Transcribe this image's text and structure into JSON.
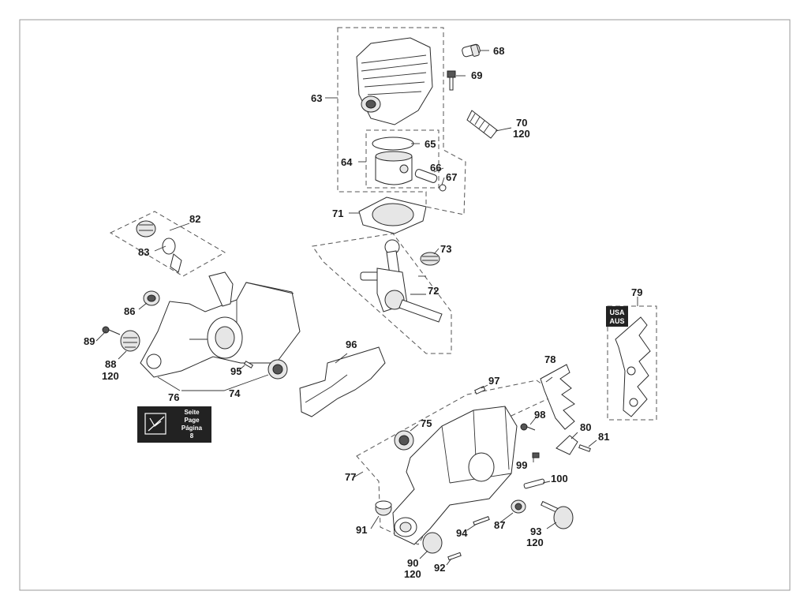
{
  "labels": {
    "63": "63",
    "64": "64",
    "65": "65",
    "66": "66",
    "67": "67",
    "68": "68",
    "69": "69",
    "70": "70",
    "70b": "120",
    "71": "71",
    "72": "72",
    "73": "73",
    "74": "74",
    "75": "75",
    "76": "76",
    "77": "77",
    "78": "78",
    "79": "79",
    "80": "80",
    "81": "81",
    "82": "82",
    "83": "83",
    "86": "86",
    "87": "87",
    "88": "88",
    "88b": "120",
    "89": "89",
    "90": "90",
    "90b": "120",
    "91": "91",
    "92": "92",
    "93": "93",
    "93b": "120",
    "94": "94",
    "95": "95",
    "96": "96",
    "97": "97",
    "98": "98",
    "99": "99",
    "100": "100"
  },
  "region_badge": {
    "line1": "USA",
    "line2": "AUS"
  },
  "page_ref": {
    "line1": "Seite",
    "line2": "Page",
    "line3": "Página",
    "line4": "8"
  },
  "icon_names": {
    "page_ref_icon": "hand-book-icon"
  }
}
